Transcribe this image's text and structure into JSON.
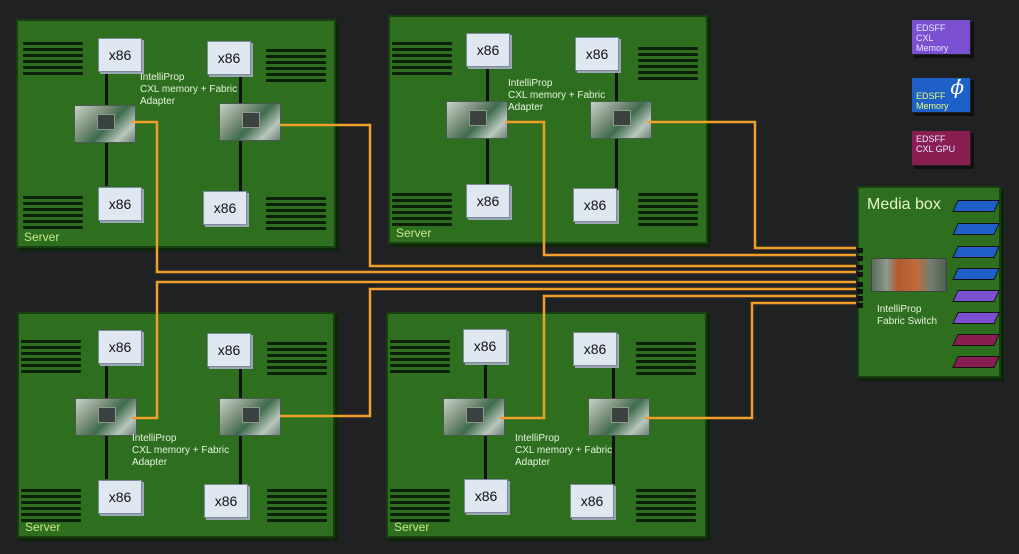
{
  "colors": {
    "server_green": "#2d6f1e",
    "link_orange": "#f0a02a",
    "edsff_cxl_memory": "#7a4fd0",
    "edsff_memory": "#1f5fc8",
    "edsff_cxl_gpu": "#8a1e52"
  },
  "servers": [
    {
      "label": "Server",
      "cpus": [
        "x86",
        "x86",
        "x86",
        "x86"
      ],
      "adapter_label": "IntelliProp\nCXL memory + Fabric\nAdapter"
    },
    {
      "label": "Server",
      "cpus": [
        "x86",
        "x86",
        "x86",
        "x86"
      ],
      "adapter_label": "IntelliProp\nCXL memory + Fabric\nAdapter"
    },
    {
      "label": "Server",
      "cpus": [
        "x86",
        "x86",
        "x86",
        "x86"
      ],
      "adapter_label": "IntelliProp\nCXL memory + Fabric\nAdapter"
    },
    {
      "label": "Server",
      "cpus": [
        "x86",
        "x86",
        "x86",
        "x86"
      ],
      "adapter_label": "IntelliProp\nCXL memory + Fabric\nAdapter"
    }
  ],
  "media_box": {
    "title": "Media box",
    "switch_label": "IntelliProp\nFabric Switch",
    "drives": [
      "edsff-memory",
      "edsff-memory",
      "edsff-memory",
      "edsff-memory",
      "edsff-cxl-memory",
      "edsff-cxl-memory",
      "edsff-cxl-gpu",
      "edsff-cxl-gpu"
    ]
  },
  "legend": [
    {
      "text": "EDSFF\nCXL\nMemory",
      "color": "#7a4fd0"
    },
    {
      "text": "EDSFF\nMemory",
      "color": "#1f5fc8",
      "icon": "phi-icon",
      "glyph": "ϕ̇"
    },
    {
      "text": "EDSFF\nCXL GPU",
      "color": "#8a1e52"
    }
  ]
}
